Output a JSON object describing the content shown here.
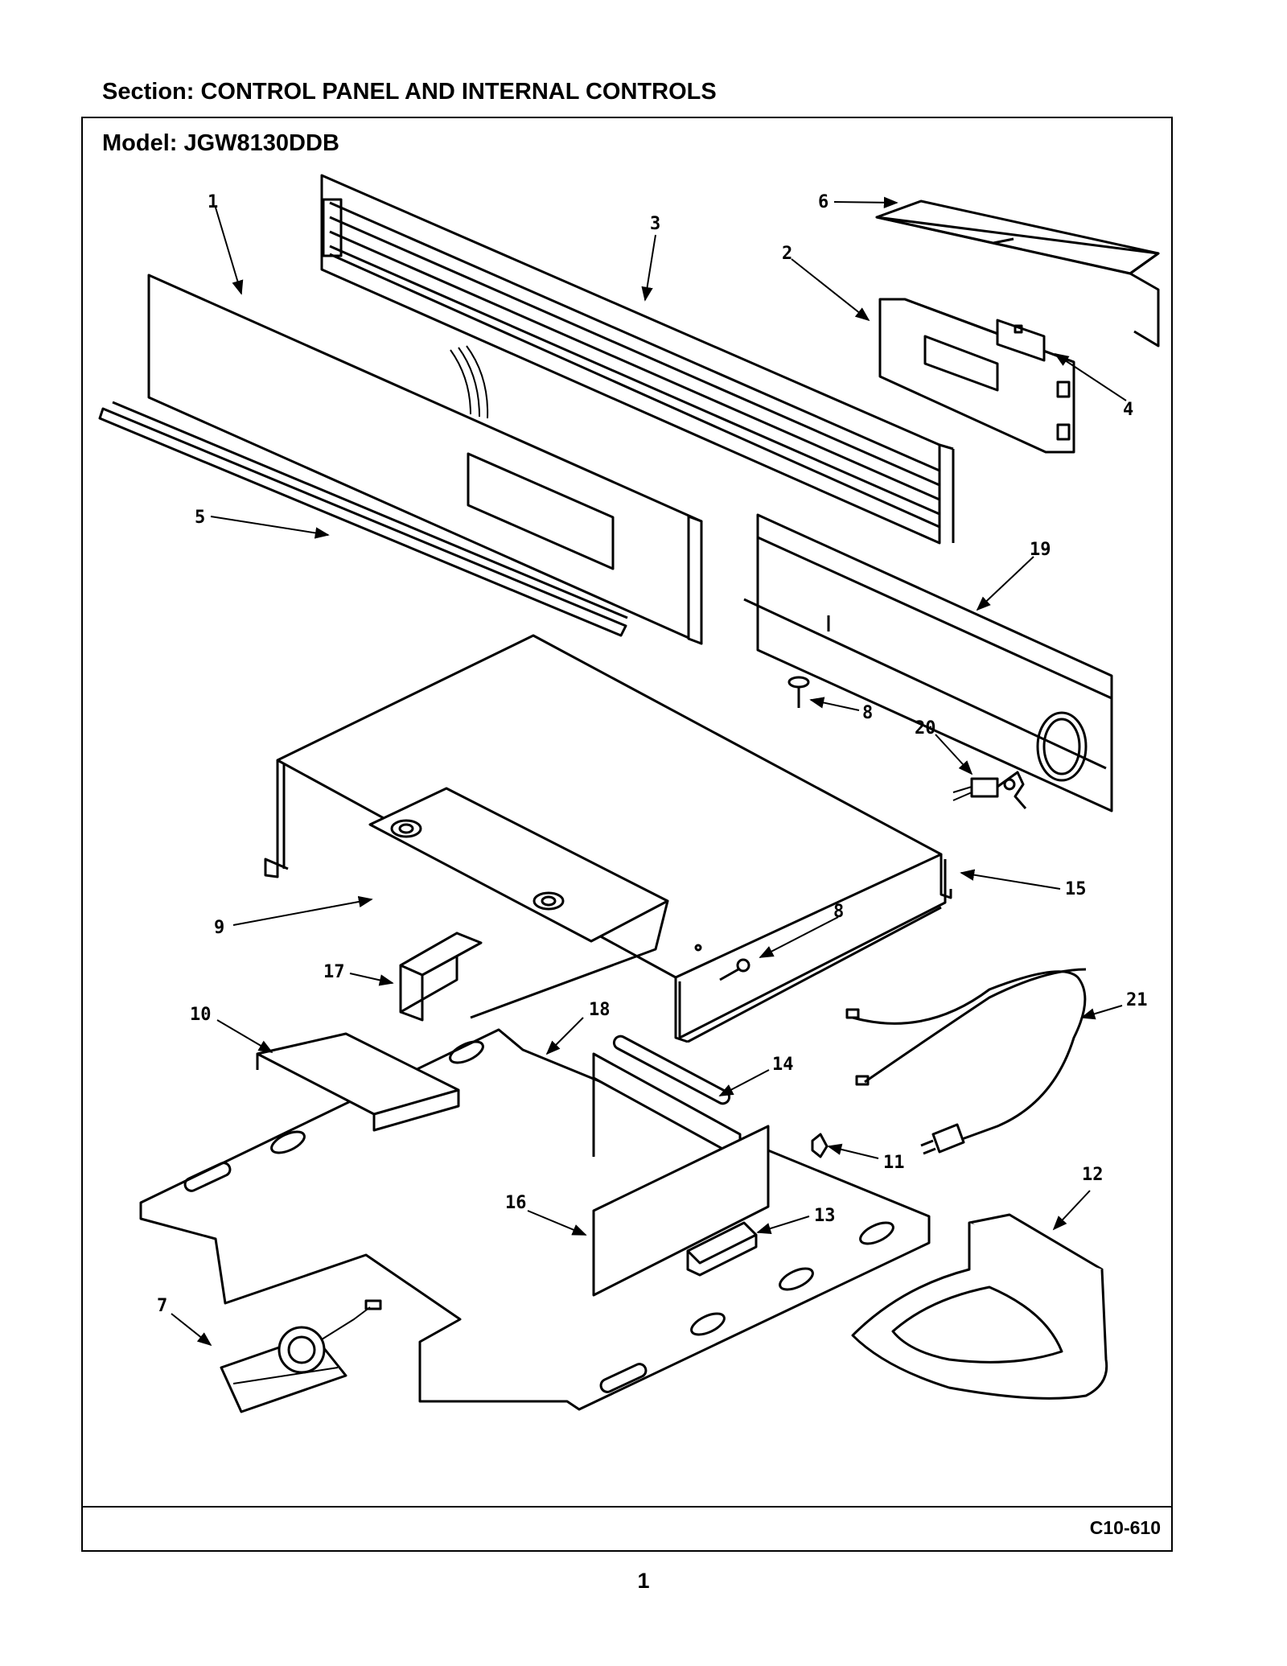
{
  "header": {
    "section_title": "Section:  CONTROL PANEL AND INTERNAL CONTROLS",
    "model_title": "Model:  JGW8130DDB"
  },
  "callouts": [
    "1",
    "2",
    "3",
    "4",
    "5",
    "6",
    "7",
    "8",
    "8",
    "9",
    "10",
    "11",
    "12",
    "13",
    "14",
    "15",
    "16",
    "17",
    "18",
    "19",
    "20",
    "21"
  ],
  "footer": {
    "drawing_code": "C10-610",
    "page_number": "1"
  }
}
